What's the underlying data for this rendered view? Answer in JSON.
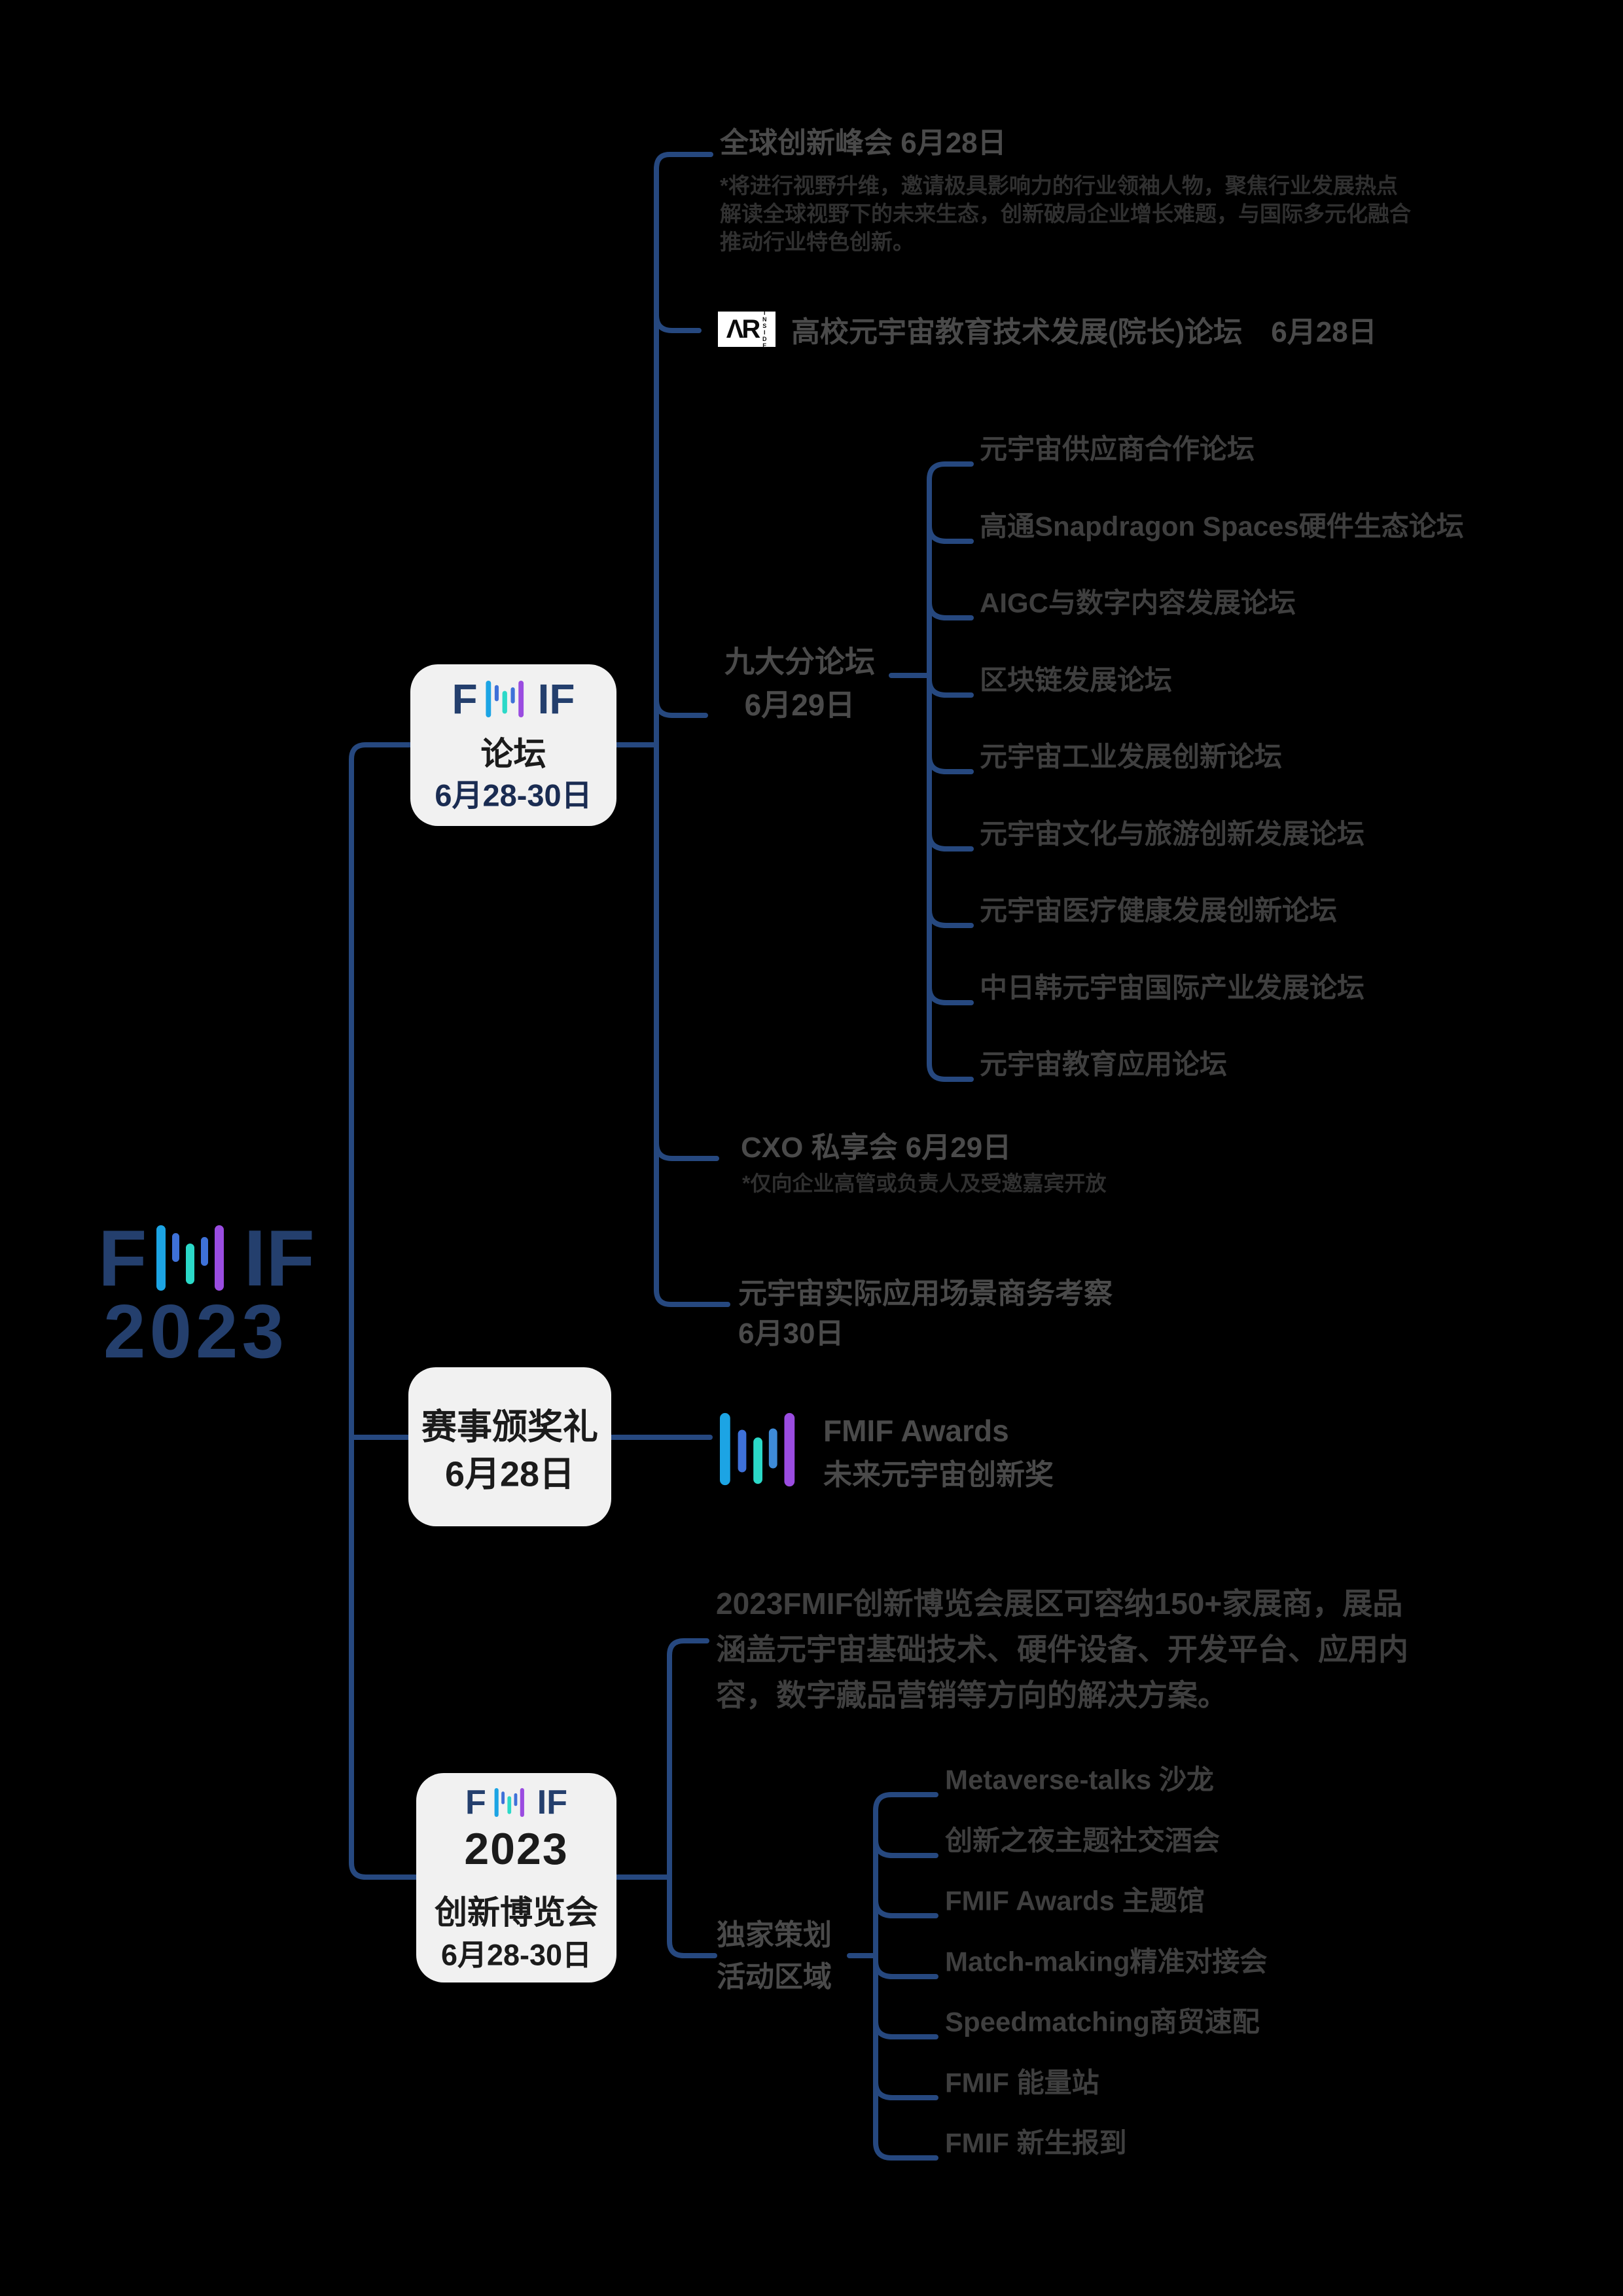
{
  "colors": {
    "background": "#000000",
    "connector": "#26487f",
    "navy": "#243f6d",
    "box_bg": "#f1f1f1",
    "title_gray": "#4a4a4a",
    "bar_lightblue": "#1ca4e4",
    "bar_blue": "#3e71d8",
    "bar_cyan": "#2bd9c8",
    "bar_purple": "#9a4ce0"
  },
  "root_logo": {
    "letter_f": "F",
    "letters_if": "IF",
    "year": "2023"
  },
  "forum_branch": {
    "box": {
      "label": "论坛",
      "date": "6月28-30日"
    },
    "global_summit": {
      "title": "全球创新峰会 6月28日",
      "desc_lines": [
        "*将进行视野升维，邀请极具影响力的行业领袖人物，聚焦行业发展热点",
        "解读全球视野下的未来生态，创新破局企业增长难题，与国际多元化融合",
        "推动行业特色创新。"
      ]
    },
    "ar_forum": {
      "icon_text": "ΛR",
      "icon_side_text": "INSIDE",
      "title": "高校元宇宙教育技术发展(院长)论坛　6月28日"
    },
    "nine_forums": {
      "label_line1": "九大分论坛",
      "label_line2": "6月29日",
      "items": [
        "元宇宙供应商合作论坛",
        "高通Snapdragon Spaces硬件生态论坛",
        "AIGC与数字内容发展论坛",
        "区块链发展论坛",
        "元宇宙工业发展创新论坛",
        "元宇宙文化与旅游创新发展论坛",
        "元宇宙医疗健康发展创新论坛",
        "中日韩元宇宙国际产业发展论坛",
        "元宇宙教育应用论坛"
      ]
    },
    "cxo": {
      "title": "CXO 私享会 6月29日",
      "desc": "*仅向企业高管或负责人及受邀嘉宾开放"
    },
    "biz_tour": {
      "title_line1": "元宇宙实际应用场景商务考察",
      "title_line2": "6月30日"
    }
  },
  "awards_branch": {
    "box": {
      "label": "赛事颁奖礼",
      "date": "6月28日"
    },
    "award": {
      "title": "FMIF Awards",
      "subtitle": "未来元宇宙创新奖"
    }
  },
  "expo_branch": {
    "box": {
      "year": "2023",
      "label": "创新博览会",
      "date": "6月28-30日"
    },
    "intro_lines": [
      "2023FMIF创新博览会展区可容纳150+家展商，展品",
      "涵盖元宇宙基础技术、硬件设备、开发平台、应用内",
      "容，数字藏品营销等方向的解决方案。"
    ],
    "exclusive": {
      "label_line1": "独家策划",
      "label_line2": "活动区域",
      "items": [
        "Metaverse-talks 沙龙",
        "创新之夜主题社交酒会",
        "FMIF Awards 主题馆",
        "Match-making精准对接会",
        "Speedmatching商贸速配",
        "FMIF 能量站",
        "FMIF 新生报到"
      ]
    }
  }
}
